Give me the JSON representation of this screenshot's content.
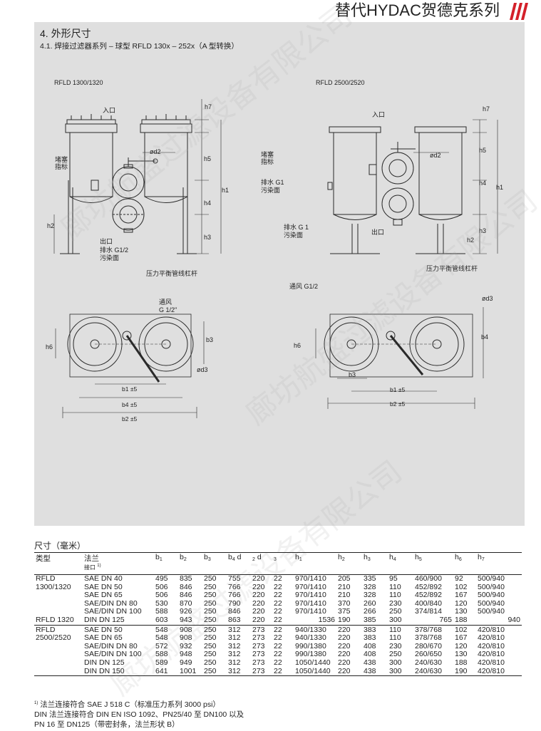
{
  "header": {
    "brand": "替代HYDAC贺德克系列",
    "accent_color": "#d4202a"
  },
  "section": {
    "title": "4. 外形尺寸",
    "subtitle": "4.1. 焊接过滤器系列 – 球型 RFLD 130x – 252x（A 型转换）"
  },
  "watermark": "廊坊航盛过滤设备有限公司",
  "drawing_left": {
    "model": "RFLD 1300/1320",
    "inlet": "入口",
    "plug": "堵塞",
    "indicator": "指标",
    "outlet": "出口",
    "drain": "排水 G1/2",
    "drain_port": "污染面",
    "lever": "压力平衡管线杠杆",
    "vent": "通风",
    "vent_size": "G 1/2\"",
    "h7": "h7",
    "d2": "ød2",
    "h5": "h5",
    "h1": "h1",
    "h4": "h4",
    "h2": "h2",
    "h3": "h3",
    "h6": "h6",
    "b3": "b3",
    "d3": "ød3",
    "b1": "b1 ±5",
    "b4": "b4 ±5",
    "b2": "b2 ±5"
  },
  "drawing_right": {
    "model": "RFLD 2500/2520",
    "inlet": "入口",
    "plug": "堵塞",
    "indicator": "指标",
    "drain_upper": "排水 G1",
    "drain_upper_port": "污染面",
    "drain_lower": "排水 G 1",
    "drain_lower_port": "污染面",
    "outlet": "出口",
    "lever": "压力平衡管线杠杆",
    "vent": "通风 G1/2",
    "h7": "h7",
    "d2": "ød2",
    "h5": "h5",
    "h1": "h1",
    "h4": "h4",
    "h3": "h3",
    "h2": "h2",
    "d3": "ød3",
    "h6": "h6",
    "b4": "b4",
    "b3": "b3",
    "b1": "b1 ±5",
    "b2": "b2 ±5"
  },
  "table": {
    "title": "尺寸（毫米）",
    "headers": {
      "type": "类型",
      "flange": "法兰",
      "flange_sub": "接口",
      "flange_sup": "1)",
      "b1": "b",
      "b1s": "1",
      "b2": "b",
      "b2s": "2",
      "b3": "b",
      "b3s": "3",
      "b4": "b",
      "b4s": "4",
      "d": "d",
      "d2p": "2",
      "d2": "d",
      "d3s": "3",
      "h1": "h",
      "h1s": "1",
      "h2": "h",
      "h2s": "2",
      "h3": "h",
      "h3s": "3",
      "h4": "h",
      "h4s": "4",
      "h5": "h",
      "h5s": "5",
      "h6": "h",
      "h6s": "6",
      "h7": "h",
      "h7s": "7"
    },
    "rows": [
      [
        "RFLD",
        "SAE DN 40",
        "495",
        "835",
        "250",
        "755",
        "220",
        "22",
        "970/1410",
        "205",
        "335",
        "95",
        "460/900",
        "92",
        "500/940"
      ],
      [
        "1300/1320",
        "SAE DN 50",
        "506",
        "846",
        "250",
        "766",
        "220",
        "22",
        "970/1410",
        "210",
        "328",
        "110",
        "452/892",
        "102",
        "500/940"
      ],
      [
        "",
        "SAE DN 65",
        "506",
        "846",
        "250",
        "766",
        "220",
        "22",
        "970/1410",
        "210",
        "328",
        "110",
        "452/892",
        "167",
        "500/940"
      ],
      [
        "",
        "SAE/DIN DN 80",
        "530",
        "870",
        "250",
        "790",
        "220",
        "22",
        "970/1410",
        "370",
        "260",
        "230",
        "400/840",
        "120",
        "500/940"
      ],
      [
        "",
        "SAE/DIN DN 100",
        "588",
        "926",
        "250",
        "846",
        "220",
        "22",
        "970/1410",
        "375",
        "266",
        "250",
        "374/814",
        "130",
        "500/940"
      ],
      [
        "RFLD 1320",
        "DIN DN 125",
        "603",
        "943",
        "250",
        "863",
        "220",
        "22",
        "1536",
        "190",
        "385",
        "300",
        "765",
        "188",
        "940"
      ],
      [
        "RFLD",
        "SAE DN 50",
        "548",
        "908",
        "250",
        "312",
        "273",
        "22",
        "940/1330",
        "220",
        "383",
        "110",
        "378/768",
        "102",
        "420/810"
      ],
      [
        "2500/2520",
        "SAE DN 65",
        "548",
        "908",
        "250",
        "312",
        "273",
        "22",
        "940/1330",
        "220",
        "383",
        "110",
        "378/768",
        "167",
        "420/810"
      ],
      [
        "",
        "SAE/DIN DN 80",
        "572",
        "932",
        "250",
        "312",
        "273",
        "22",
        "990/1380",
        "220",
        "408",
        "230",
        "280/670",
        "120",
        "420/810"
      ],
      [
        "",
        "SAE/DIN DN 100",
        "588",
        "948",
        "250",
        "312",
        "273",
        "22",
        "990/1380",
        "220",
        "408",
        "250",
        "260/650",
        "130",
        "420/810"
      ],
      [
        "",
        "DIN DN 125",
        "589",
        "949",
        "250",
        "312",
        "273",
        "22",
        "1050/1440",
        "220",
        "438",
        "300",
        "240/630",
        "188",
        "420/810"
      ],
      [
        "",
        "DIN DN 150",
        "641",
        "1001",
        "250",
        "312",
        "273",
        "22",
        "1050/1440",
        "220",
        "438",
        "300",
        "240/630",
        "190",
        "420/810"
      ]
    ]
  },
  "footnote": {
    "marker": "1)",
    "line1": "法兰连接符合 SAE J 518 C（标准压力系列 3000 psi）",
    "line2": "DIN 法兰连接符合 DIN EN ISO 1092、PN25/40 至 DN100 以及",
    "line3": "PN 16 至 DN125（带密封条，法兰形状 B）"
  }
}
